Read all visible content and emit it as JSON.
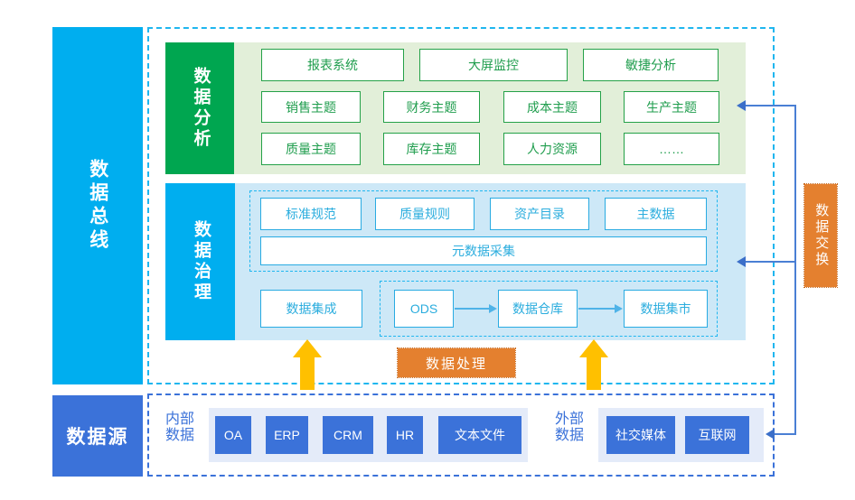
{
  "bus": {
    "label": "数据总线"
  },
  "source_bar": {
    "label": "数据源"
  },
  "exchange": {
    "label": "数据交换",
    "color": "#e4802f"
  },
  "processing": {
    "label": "数据处理",
    "color": "#e4802f"
  },
  "analysis": {
    "tag": "数据分析",
    "accent": "#00a650",
    "panel_bg": "#e2efd9",
    "row1": [
      "报表系统",
      "大屏监控",
      "敏捷分析"
    ],
    "row2": [
      "销售主题",
      "财务主题",
      "成本主题",
      "生产主题"
    ],
    "row3": [
      "质量主题",
      "库存主题",
      "人力资源",
      "……"
    ]
  },
  "governance": {
    "tag": "数据治理",
    "accent": "#00aeef",
    "panel_bg": "#cde8f7",
    "standards": [
      "标准规范",
      "质量规则",
      "资产目录",
      "主数据"
    ],
    "metadata": "元数据采集",
    "integration": "数据集成",
    "pipeline": [
      "ODS",
      "数据仓库",
      "数据集市"
    ]
  },
  "sources": {
    "internal_label": "内部\n数据",
    "internal_label_line1": "内部",
    "internal_label_line2": "数据",
    "internal": [
      "OA",
      "ERP",
      "CRM",
      "HR",
      "文本文件"
    ],
    "external_label_line1": "外部",
    "external_label_line2": "数据",
    "external": [
      "社交媒体",
      "互联网"
    ],
    "box_color": "#3b72d9"
  }
}
